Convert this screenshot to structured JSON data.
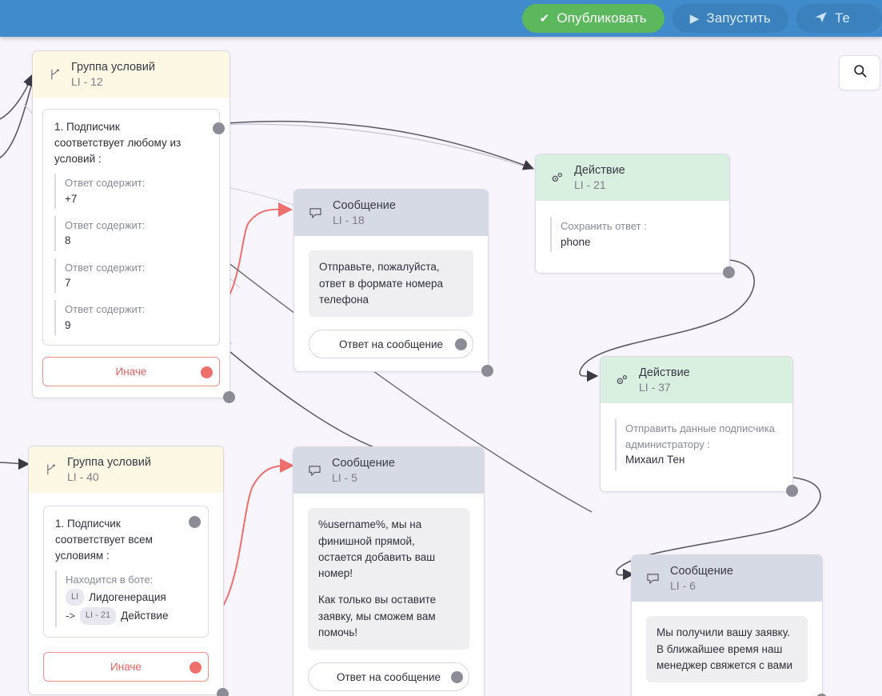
{
  "topbar": {
    "bg": "#3f8bcc",
    "buttons": [
      {
        "name": "publish",
        "label": "Опубликовать",
        "icon": "check-icon",
        "glyph": "✔",
        "color": "#5cb85c"
      },
      {
        "name": "run",
        "label": "Запустить",
        "icon": "play-icon",
        "glyph": "▶",
        "color": "#3a81be"
      },
      {
        "name": "test",
        "label": "Те",
        "icon": "send-icon",
        "glyph": "➤",
        "color": "#3a81be"
      }
    ]
  },
  "search": {
    "icon": "search-icon",
    "label": ""
  },
  "nodes": {
    "cond12": {
      "title": "Группа условий",
      "subtitle": "LI - 12",
      "condition_title": "1. Подписчик соответствует любому из условий :",
      "items": [
        {
          "label": "Ответ содержит:",
          "value": "+7"
        },
        {
          "label": "Ответ содержит:",
          "value": "8"
        },
        {
          "label": "Ответ содержит:",
          "value": "7"
        },
        {
          "label": "Ответ содержит:",
          "value": "9"
        }
      ],
      "else_label": "Иначе"
    },
    "msg18": {
      "title": "Сообщение",
      "subtitle": "LI - 18",
      "text": "Отправьте, пожалуйста, ответ в формате номера телефона",
      "reply_label": "Ответ на сообщение"
    },
    "act21": {
      "title": "Действие",
      "subtitle": "LI - 21",
      "label": "Сохранить ответ :",
      "value": "phone"
    },
    "act37": {
      "title": "Действие",
      "subtitle": "LI - 37",
      "label": "Отправить данные подписчика администратору :",
      "value": "Михаил Тен"
    },
    "cond40": {
      "title": "Группа условий",
      "subtitle": "LI - 40",
      "condition_title": "1. Подписчик соответствует всем условиям :",
      "bot_label": "Находится в боте:",
      "bot_chip": "LI",
      "bot_name": "Лидогенерация",
      "arrow": "->",
      "step_chip": "LI - 21",
      "step_name": "Действие",
      "else_label": "Иначе"
    },
    "msg5": {
      "title": "Сообщение",
      "subtitle": "LI - 5",
      "text_p1": "%username%, мы на финишной прямой, остается добавить ваш номер!",
      "text_p2": "Как только вы оставите заявку, мы сможем вам помочь!",
      "reply_label": "Ответ на сообщение"
    },
    "msg6": {
      "title": "Сообщение",
      "subtitle": "LI - 6",
      "text": "Мы получили вашу заявку. В ближайшее время наш менеджер свяжется с вами"
    }
  },
  "colors": {
    "canvas": "#f8f5fc",
    "condition_header": "#fcf8e3",
    "message_header": "#d5dae4",
    "action_header": "#d9efe0",
    "else_border": "#ef8f8f",
    "edge_grey": "#5a5a62",
    "edge_red": "#ef6f6c"
  }
}
